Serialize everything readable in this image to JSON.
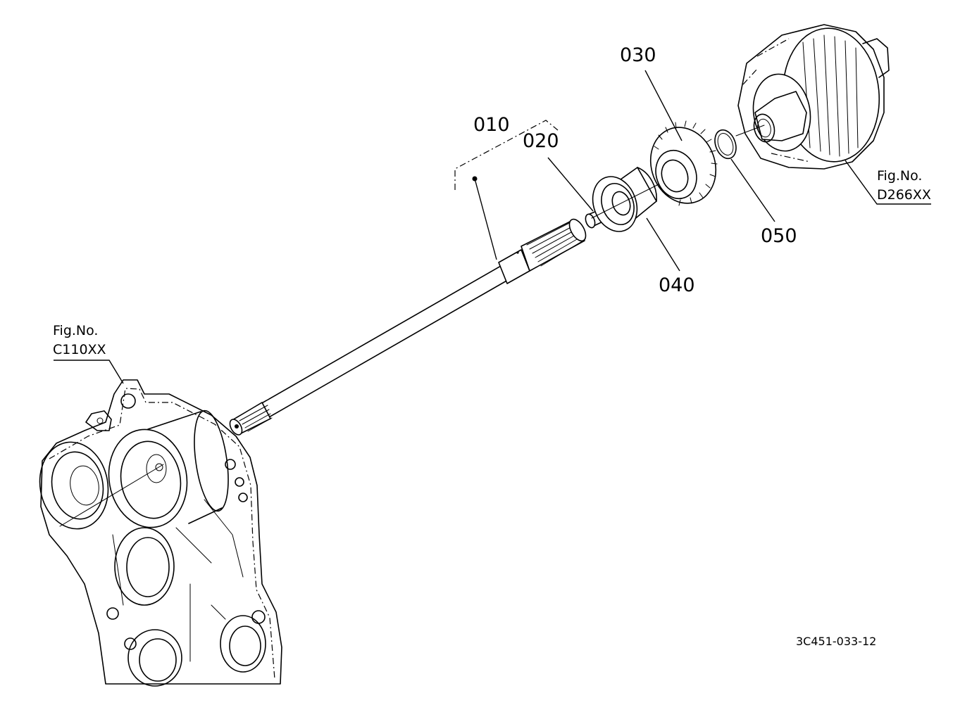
{
  "parts": {
    "p010": "010",
    "p020": "020",
    "p030": "030",
    "p040": "040",
    "p050": "050"
  },
  "refs": {
    "left_fig_label": "Fig.No.",
    "left_fig_code": "C110XX",
    "right_fig_label": "Fig.No.",
    "right_fig_code": "D266XX"
  },
  "drawing_code": "3C451-033-12"
}
